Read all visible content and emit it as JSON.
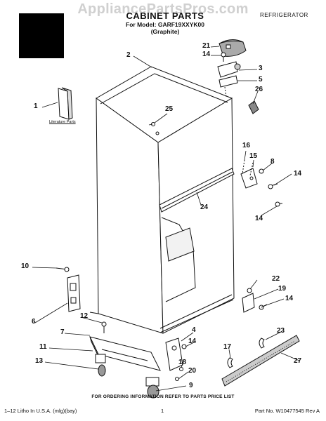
{
  "header": {
    "watermark": "AppliancePartsPros.com",
    "title": "CABINET PARTS",
    "model_line": "For Model: GARF19XXYK00",
    "variant": "(Graphite)",
    "category": "REFRIGERATOR"
  },
  "literature_label": "Literature Parts",
  "callouts": {
    "c1": "1",
    "c2": "2",
    "c3": "3",
    "c4": "4",
    "c5": "5",
    "c6": "6",
    "c7": "7",
    "c8": "8",
    "c9": "9",
    "c10": "10",
    "c11": "11",
    "c12": "12",
    "c13": "13",
    "c14a": "14",
    "c14b": "14",
    "c14c": "14",
    "c14d": "14",
    "c14e": "14",
    "c15": "15",
    "c16": "16",
    "c17": "17",
    "c18": "18",
    "c19": "19",
    "c20": "20",
    "c21": "21",
    "c22": "22",
    "c23": "23",
    "c24": "24",
    "c25": "25",
    "c26": "26",
    "c27": "27"
  },
  "footer": {
    "note": "FOR ORDERING INFORMATION REFER TO PARTS PRICE LIST",
    "left": "1–12 Litho In U.S.A. (mlg)(bay)",
    "page": "1",
    "part_no": "Part No. W10477545 Rev A"
  }
}
